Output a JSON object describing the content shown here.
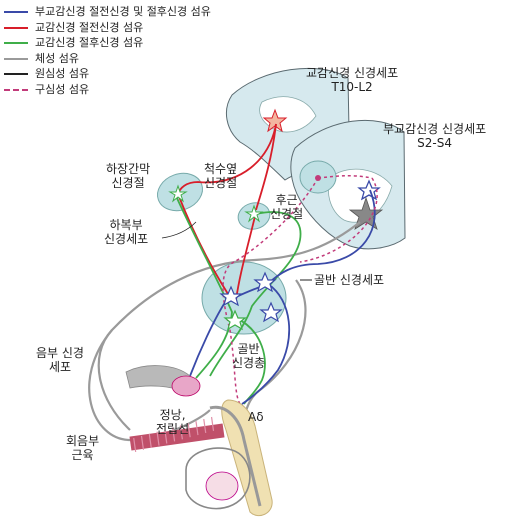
{
  "legend": [
    {
      "label": "부교감신경 절전신경 및 절후신경 섬유",
      "color": "#3a4aa8",
      "dash": false
    },
    {
      "label": "교감신경 절전신경 섬유",
      "color": "#d81e2a",
      "dash": false
    },
    {
      "label": "교감신경 절후신경 섬유",
      "color": "#3fae49",
      "dash": false
    },
    {
      "label": "체성 섬유",
      "color": "#9a9a9a",
      "dash": false
    },
    {
      "label": "원심성 섬유",
      "color": "#222222",
      "dash": false
    },
    {
      "label": "구심성 섬유",
      "color": "#c23b7a",
      "dash": true
    }
  ],
  "labels": {
    "sym_neuron": {
      "line1": "교감신경 신경세포",
      "line2": "T10-L2"
    },
    "para_neuron": {
      "line1": "부교감신경 신경세포",
      "line2": "S2-S4"
    },
    "inf_mesenteric": {
      "line1": "하장간막",
      "line2": "신경절"
    },
    "paravertebral": {
      "line1": "척수옆",
      "line2": "신경절"
    },
    "posterior_root": {
      "line1": "후근",
      "line2": "신경절"
    },
    "hypogastric": {
      "line1": "하복부",
      "line2": "신경세포"
    },
    "pelvic_neuron": "골반 신경세포",
    "pudendal": {
      "line1": "음부 신경",
      "line2": "세포"
    },
    "pelvic_plexus": {
      "line1": "골반",
      "line2": "신경총"
    },
    "vas_deferens": {
      "line1": "정낭,",
      "line2": "전립선"
    },
    "perineal_muscle": {
      "line1": "회음부",
      "line2": "근육"
    },
    "a_delta": "Aδ"
  },
  "colors": {
    "parasympathetic": "#3a4aa8",
    "sympathetic_pre": "#d81e2a",
    "sympathetic_post": "#3fae49",
    "somatic": "#9a9a9a",
    "efferent": "#222222",
    "afferent": "#c23b7a",
    "spinal_cord": "#d6e9ee",
    "ganglion": "#bfe0e4",
    "organ_pink": "#e8a6c8",
    "urethra": "#f0e1b2",
    "muscle": "#c0506a"
  }
}
